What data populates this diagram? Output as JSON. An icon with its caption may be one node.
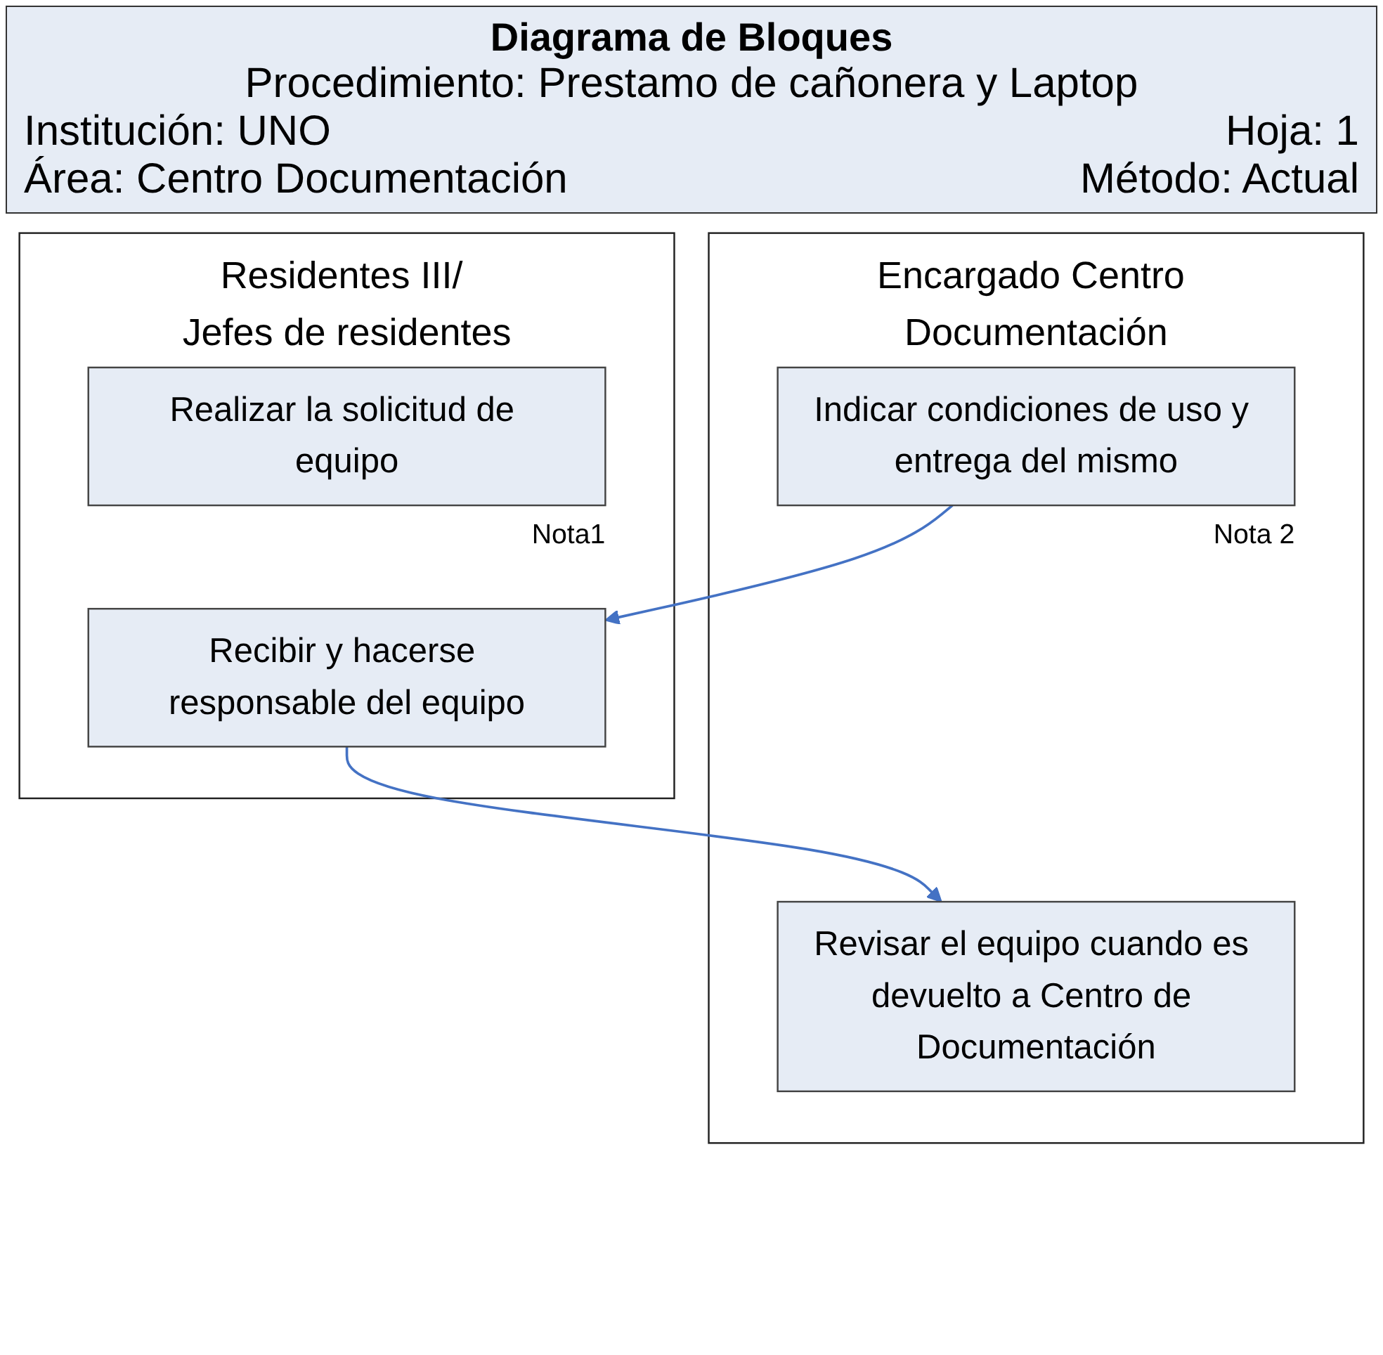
{
  "diagram": {
    "title": "Diagrama de Bloques",
    "nodes": [
      {
        "text": [
          "Encargado Centro Documentación"
        ]
      },
      {
        "text": [
          "Residentes III/ Jefes de residentes"
        ]
      },
      {
        "text": [
          "Realizar la solicitud de equipo"
        ],
        "in": 1,
        "beside": [
          "Nota1"
        ]
      },
      {
        "text": [
          "Indicar condiciones de uso y entrega del mismo"
        ],
        "in": 0,
        "beside": [
          "Nota 2"
        ]
      },
      {
        "text": [
          "Recibir y hacerse responsable del equipo"
        ],
        "in": 1
      },
      {
        "text": [
          "Revisar el equipo cuando es devuelto a Centro de Documentación"
        ],
        "in": 0
      }
    ],
    "edges": [
      {
        "from": 3,
        "to": 4,
        "arrow": "to"
      },
      {
        "from": 4,
        "to": 5,
        "arrow": "to"
      }
    ],
    "labels": [
      "Procedimiento: Prestamo de cañonera y Laptop",
      "Institución: UNO",
      "Hoja: 1",
      "Área: Centro Documentación",
      "Método: Actual"
    ]
  }
}
